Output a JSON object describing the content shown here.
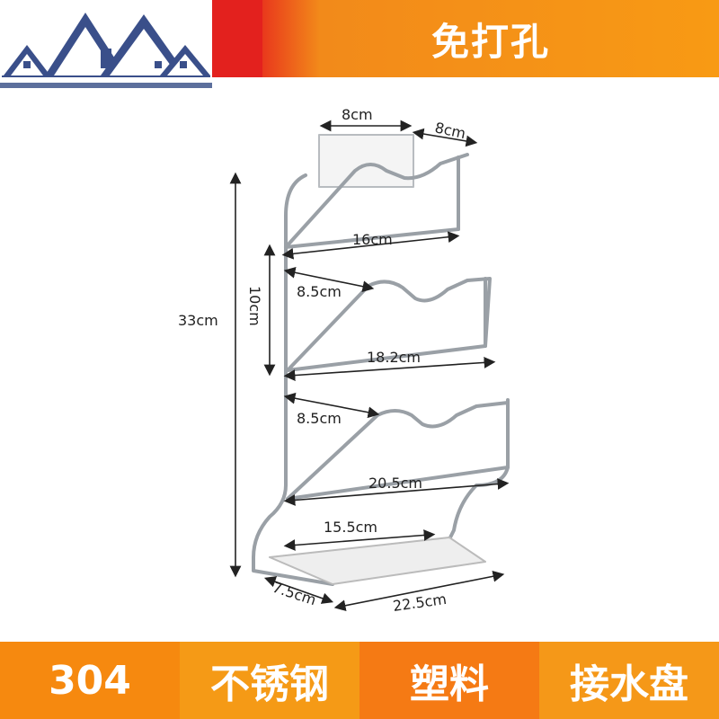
{
  "header": {
    "title": "免打孔"
  },
  "dimensions": {
    "top_width_a": "8cm",
    "top_width_b": "8cm",
    "height_total": "33cm",
    "tier_gap": "10cm",
    "shelf1_width": "16cm",
    "shelf1_depth": "8.5cm",
    "shelf2_width": "18.2cm",
    "shelf2_depth": "8.5cm",
    "shelf3_width": "20.5cm",
    "tray_width": "15.5cm",
    "base_depth": "7.5cm",
    "base_width": "22.5cm"
  },
  "footer": {
    "items": [
      {
        "label": "304"
      },
      {
        "label": "不锈钢"
      },
      {
        "label": "塑料"
      },
      {
        "label": "接水盘"
      }
    ]
  },
  "colors": {
    "header_red": "#e3211e",
    "header_orange": "#f89a14",
    "footer_orange": "#f6890f",
    "logo_blue": "#3a4f8a"
  },
  "icons": {
    "logo": "house-roofs-logo"
  }
}
